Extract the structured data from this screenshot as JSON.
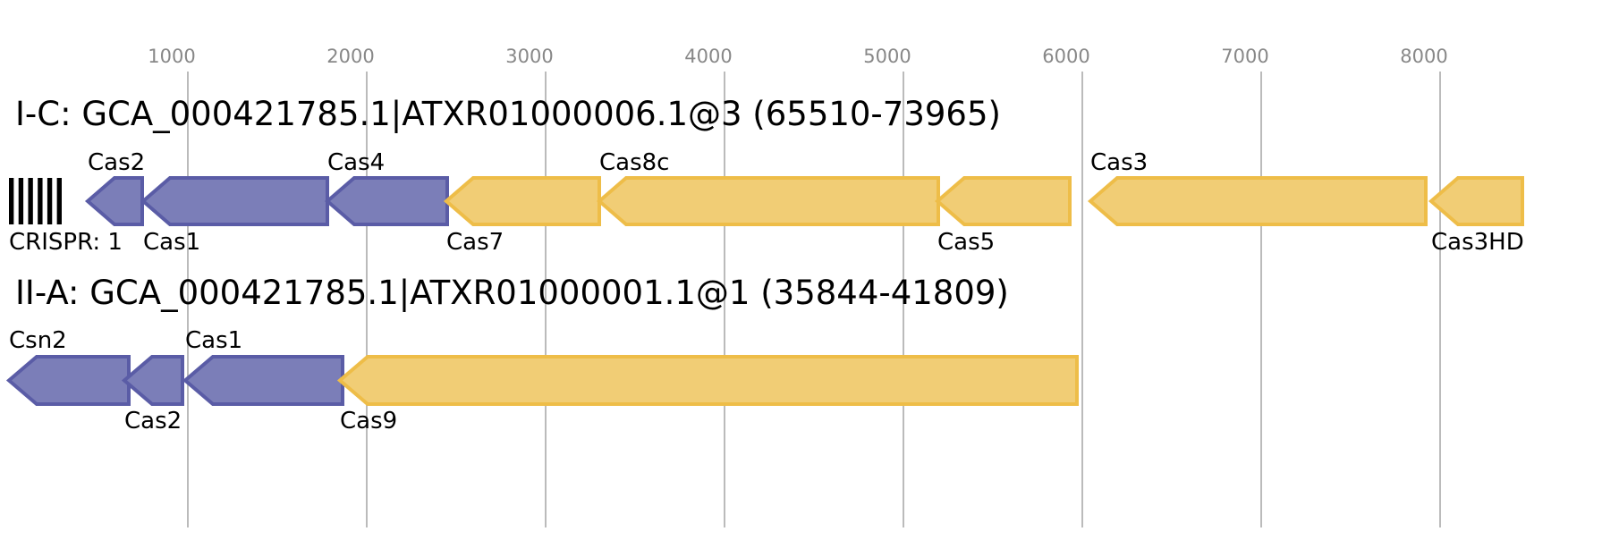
{
  "axis": {
    "ticks": [
      1000,
      2000,
      3000,
      4000,
      5000,
      6000,
      7000,
      8000
    ],
    "labels": [
      "1000",
      "2000",
      "3000",
      "4000",
      "5000",
      "6000",
      "7000",
      "8000"
    ]
  },
  "colors": {
    "purple_fill": "#7b7eb8",
    "purple_stroke": "#5a5ca6",
    "yellow_fill": "#f1cd75",
    "yellow_stroke": "#eebd48"
  },
  "loci": [
    {
      "title": "I-C: GCA_000421785.1|ATXR01000006.1@3 (65510-73965)",
      "crispr": {
        "label": "CRISPR: 1",
        "start": 0,
        "end": 295,
        "repeats": 6
      },
      "genes": [
        {
          "label": "Cas2",
          "start": 440,
          "end": 745,
          "color": "purple",
          "label_pos": "above"
        },
        {
          "label": "Cas1",
          "start": 750,
          "end": 1780,
          "color": "purple",
          "label_pos": "below"
        },
        {
          "label": "Cas4",
          "start": 1780,
          "end": 2450,
          "color": "purple",
          "label_pos": "above"
        },
        {
          "label": "Cas7",
          "start": 2445,
          "end": 3300,
          "color": "yellow",
          "label_pos": "below"
        },
        {
          "label": "Cas8c",
          "start": 3300,
          "end": 5195,
          "color": "yellow",
          "label_pos": "above"
        },
        {
          "label": "Cas5",
          "start": 5190,
          "end": 5930,
          "color": "yellow",
          "label_pos": "below"
        },
        {
          "label": "Cas3",
          "start": 6045,
          "end": 7920,
          "color": "yellow",
          "label_pos": "above"
        },
        {
          "label": "Cas3HD",
          "start": 7950,
          "end": 8460,
          "color": "yellow",
          "label_pos": "below"
        }
      ]
    },
    {
      "title": "II-A: GCA_000421785.1|ATXR01000001.1@1 (35844-41809)",
      "genes": [
        {
          "label": "Csn2",
          "start": 0,
          "end": 670,
          "color": "purple",
          "label_pos": "above"
        },
        {
          "label": "Cas2",
          "start": 645,
          "end": 970,
          "color": "purple",
          "label_pos": "below"
        },
        {
          "label": "Cas1",
          "start": 985,
          "end": 1865,
          "color": "purple",
          "label_pos": "above"
        },
        {
          "label": "Cas9",
          "start": 1850,
          "end": 5970,
          "color": "yellow",
          "label_pos": "below"
        }
      ]
    }
  ]
}
